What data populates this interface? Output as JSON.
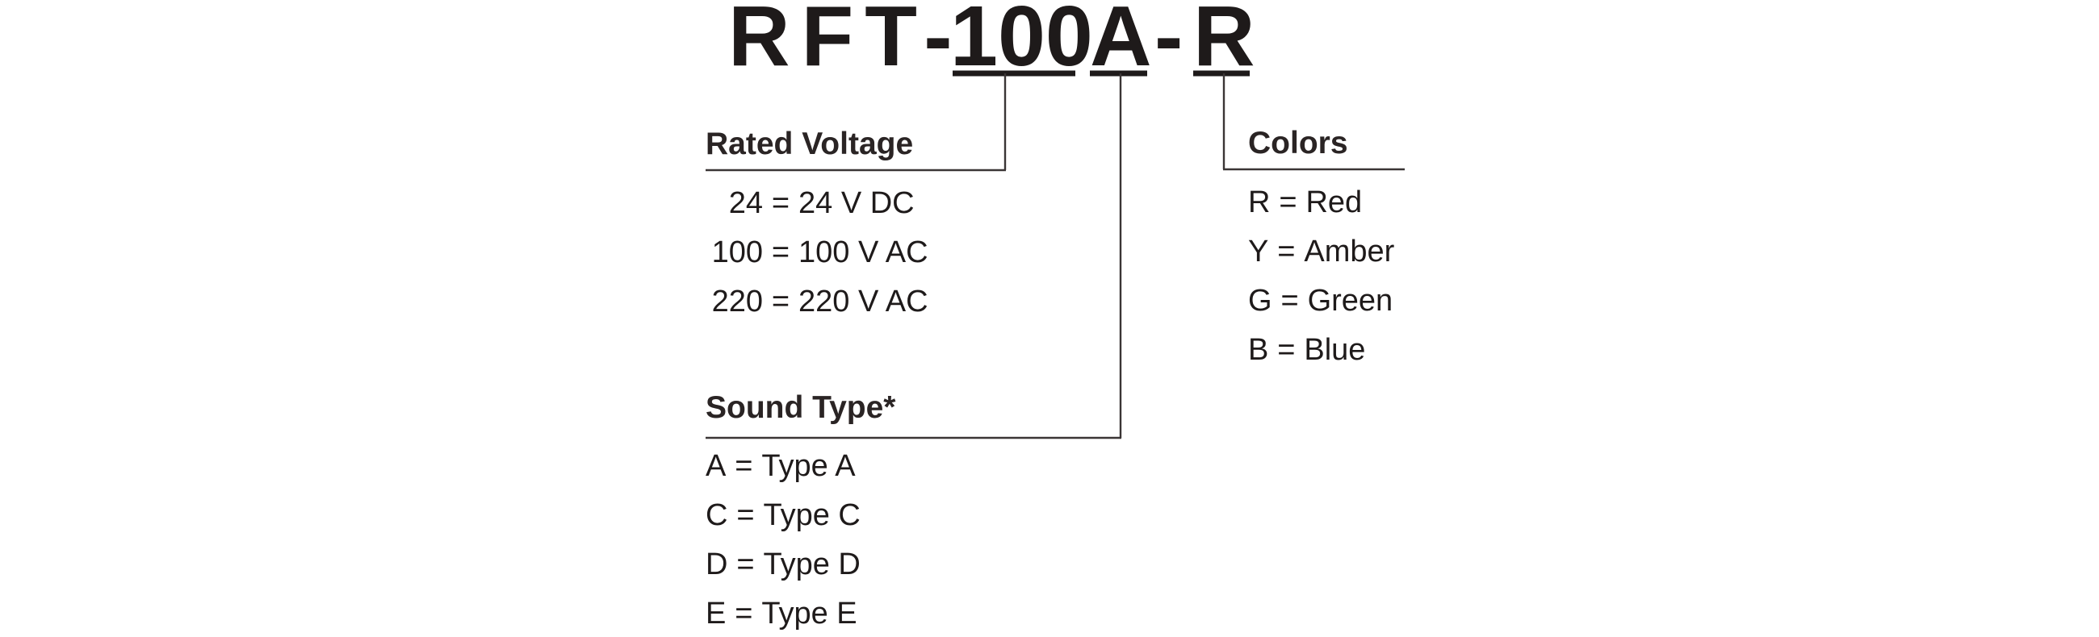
{
  "model": {
    "prefix": "RFT-",
    "voltage_code": "100",
    "sound_code": "A",
    "separator": "-",
    "color_code": "R"
  },
  "rated_voltage": {
    "heading": "Rated Voltage",
    "options": [
      {
        "code": "24",
        "eq": "=",
        "desc": "24 V DC"
      },
      {
        "code": "100",
        "eq": "=",
        "desc": "100 V AC"
      },
      {
        "code": "220",
        "eq": "=",
        "desc": "220 V AC"
      }
    ]
  },
  "sound_type": {
    "heading": "Sound Type*",
    "options": [
      {
        "code": "A",
        "eq": "=",
        "desc": "Type A"
      },
      {
        "code": "C",
        "eq": "=",
        "desc": "Type C"
      },
      {
        "code": "D",
        "eq": "=",
        "desc": "Type D"
      },
      {
        "code": "E",
        "eq": "=",
        "desc": "Type E"
      }
    ]
  },
  "colors": {
    "heading": "Colors",
    "options": [
      {
        "code": "R",
        "eq": "=",
        "desc": "Red"
      },
      {
        "code": "Y",
        "eq": "=",
        "desc": "Amber"
      },
      {
        "code": "G",
        "eq": "=",
        "desc": "Green"
      },
      {
        "code": "B",
        "eq": "=",
        "desc": "Blue"
      }
    ]
  }
}
